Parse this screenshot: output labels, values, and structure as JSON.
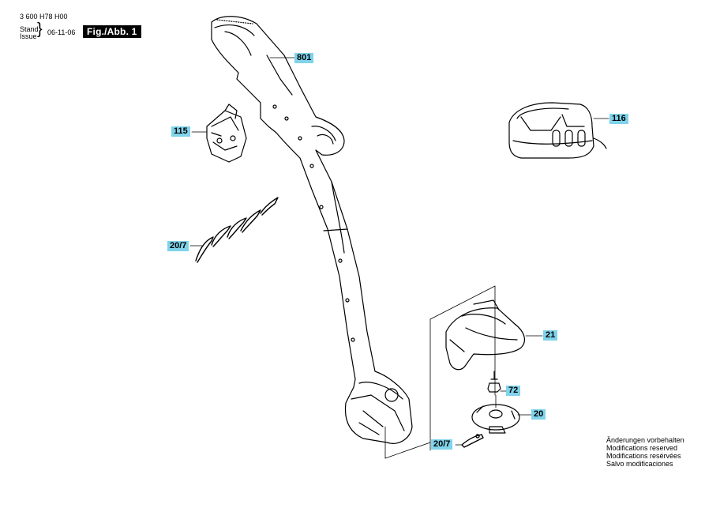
{
  "header": {
    "doc_number": "3 600 H78 H00",
    "stand_label": "Stand",
    "issue_label": "Issue",
    "date": "06-11-06",
    "figure_label": "Fig./Abb. 1"
  },
  "callouts": {
    "c801": "801",
    "c115": "115",
    "c116": "116",
    "c20_7_top": "20/7",
    "c21": "21",
    "c72": "72",
    "c20": "20",
    "c20_7_bottom": "20/7"
  },
  "notes": [
    "Änderungen vorbehalten",
    "Modifications reserved",
    "Modifications resérvées",
    "Salvo modificaciones"
  ]
}
